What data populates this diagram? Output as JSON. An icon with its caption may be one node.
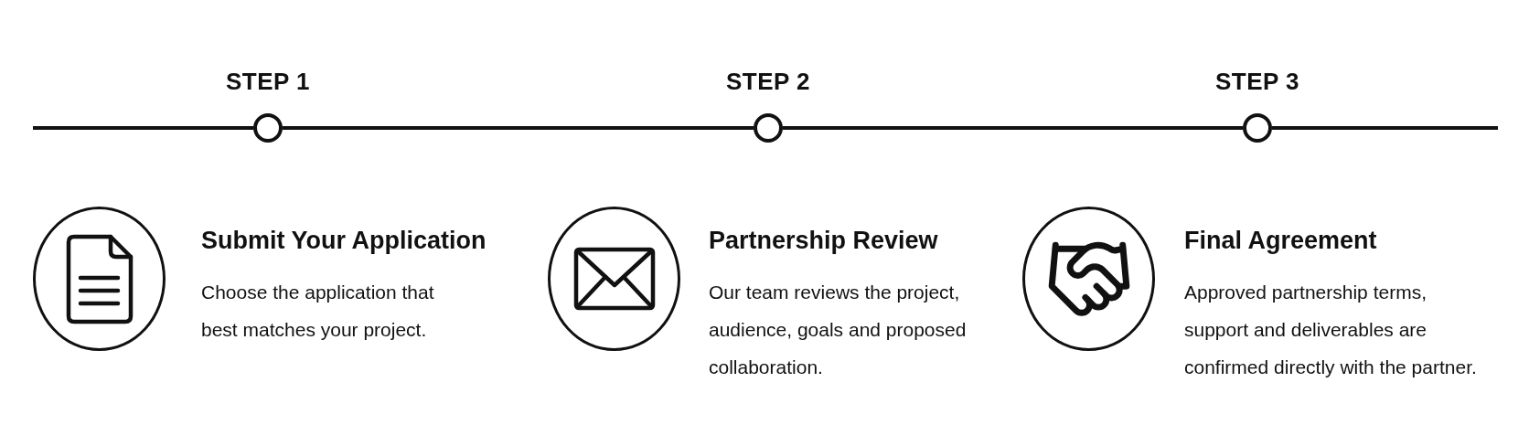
{
  "diagram": {
    "nodes": [
      {
        "text": [
          "STEP 1"
        ]
      },
      {
        "text": [
          "STEP 2"
        ]
      },
      {
        "text": [
          "STEP 3"
        ]
      },
      {
        "text": [],
        "shape": "circle",
        "beside": [
          "Submit Your Application",
          "Choose the application that best matches your project."
        ]
      },
      {
        "text": [],
        "shape": "circle",
        "beside": [
          "Partnership Review",
          "Our team reviews the project, audience, goals and proposed collaboration."
        ]
      },
      {
        "text": [],
        "shape": "circle",
        "beside": [
          "Final Agreement",
          "Approved partnership terms, support and deliverables are confirmed directly with the partner."
        ]
      }
    ],
    "edges": [
      {
        "from": null,
        "to": 0,
        "arrow": "none"
      },
      {
        "from": 0,
        "to": 1,
        "arrow": "none"
      },
      {
        "from": 1,
        "to": 2,
        "arrow": "none"
      },
      {
        "from": 2,
        "to": null,
        "arrow": "none"
      }
    ]
  }
}
